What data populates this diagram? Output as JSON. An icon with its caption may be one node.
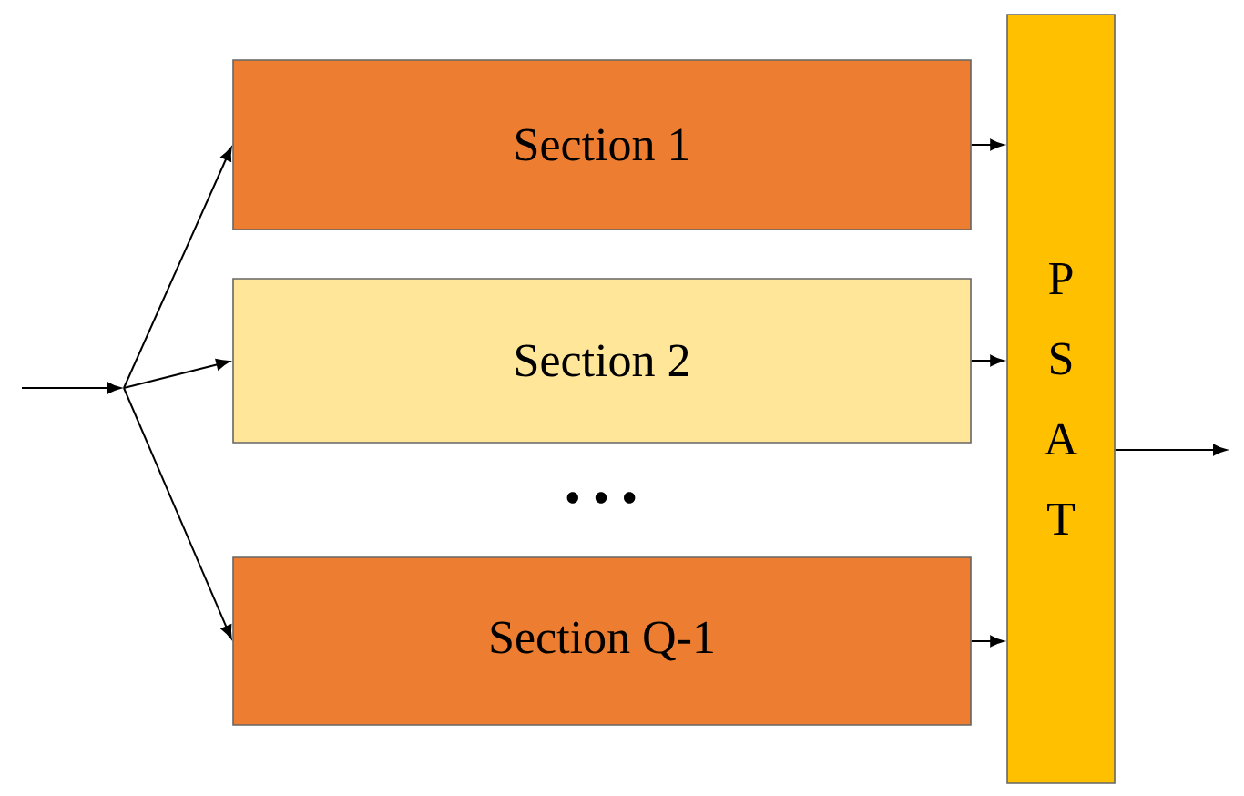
{
  "diagram": {
    "nodes": [
      {
        "text": [
          "Section 1"
        ]
      },
      {
        "text": [
          "Section 2"
        ]
      },
      {
        "text": [
          "Section Q-1"
        ]
      },
      {
        "text": [
          "P S A T"
        ]
      }
    ],
    "edges": [
      {
        "from": null,
        "to": 0,
        "arrow": "to"
      },
      {
        "from": null,
        "to": 1,
        "arrow": "to"
      },
      {
        "from": null,
        "to": 2,
        "arrow": "to"
      },
      {
        "from": 0,
        "to": 3,
        "arrow": "to"
      },
      {
        "from": 1,
        "to": 3,
        "arrow": "to"
      },
      {
        "from": 2,
        "to": 3,
        "arrow": "to"
      },
      {
        "from": 3,
        "to": null,
        "arrow": "to"
      }
    ],
    "labels": [
      "• • •"
    ]
  }
}
